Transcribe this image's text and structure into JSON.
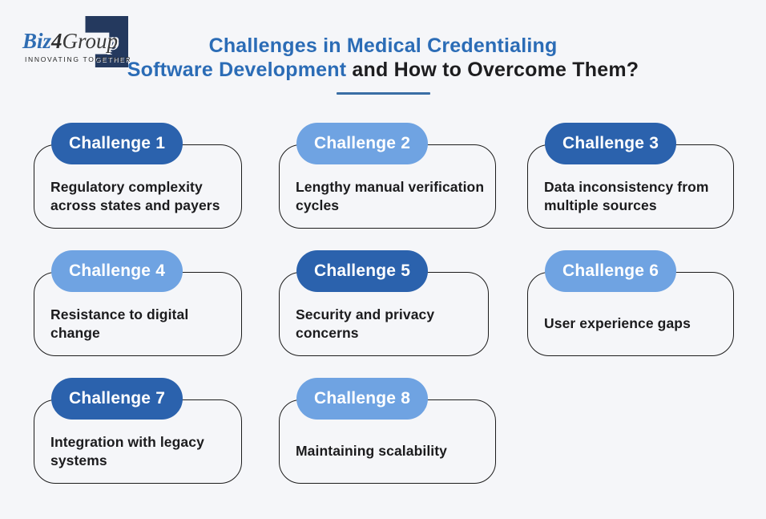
{
  "page": {
    "background": "#f5f6f9"
  },
  "logo": {
    "biz": "Biz",
    "four": "4",
    "group": "Group",
    "tagline": "INNOVATING TOGETHER",
    "navy": "#24395e",
    "blue": "#2f6db3"
  },
  "title": {
    "line1": "Challenges in Medical Credentialing",
    "line2_highlight": "Software Development",
    "line2_rest": " and How to Overcome Them?",
    "highlight_color": "#2b6cb6",
    "text_color": "#1d1d1f",
    "divider_color": "#3a6ea5"
  },
  "badge_colors": {
    "dark_blue": "#2b62ad",
    "light_blue": "#6fa3e2"
  },
  "cards": [
    {
      "badge": "Challenge 1",
      "text": "Regulatory complexity across states and payers",
      "badge_color": "#2b62ad"
    },
    {
      "badge": "Challenge 2",
      "text": "Lengthy manual verification cycles",
      "badge_color": "#6fa3e2"
    },
    {
      "badge": "Challenge 3",
      "text": "Data inconsistency from multiple sources",
      "badge_color": "#2b62ad"
    },
    {
      "badge": "Challenge 4",
      "text": "Resistance to digital change",
      "badge_color": "#6fa3e2"
    },
    {
      "badge": "Challenge 5",
      "text": "Security and privacy concerns",
      "badge_color": "#2b62ad"
    },
    {
      "badge": "Challenge 6",
      "text": "User experience gaps",
      "badge_color": "#6fa3e2"
    },
    {
      "badge": "Challenge 7",
      "text": "Integration with legacy systems",
      "badge_color": "#2b62ad"
    },
    {
      "badge": "Challenge 8",
      "text": "Maintaining scalability",
      "badge_color": "#6fa3e2"
    }
  ]
}
